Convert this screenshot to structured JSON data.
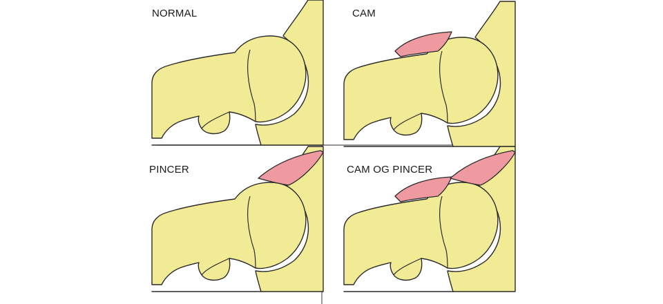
{
  "panels": [
    {
      "id": "normal",
      "label": "NORMAL",
      "cam": false,
      "pincer": false
    },
    {
      "id": "cam",
      "label": "CAM",
      "cam": true,
      "pincer": false
    },
    {
      "id": "pincer",
      "label": "PINCER",
      "cam": false,
      "pincer": true
    },
    {
      "id": "cam-og-pincer",
      "label": "CAM OG PINCER",
      "cam": true,
      "pincer": true
    }
  ],
  "colors": {
    "bone": "#f2eb95",
    "lesion": "#ef9aa0",
    "outline": "#2a2a2a",
    "background": "#ffffff"
  }
}
